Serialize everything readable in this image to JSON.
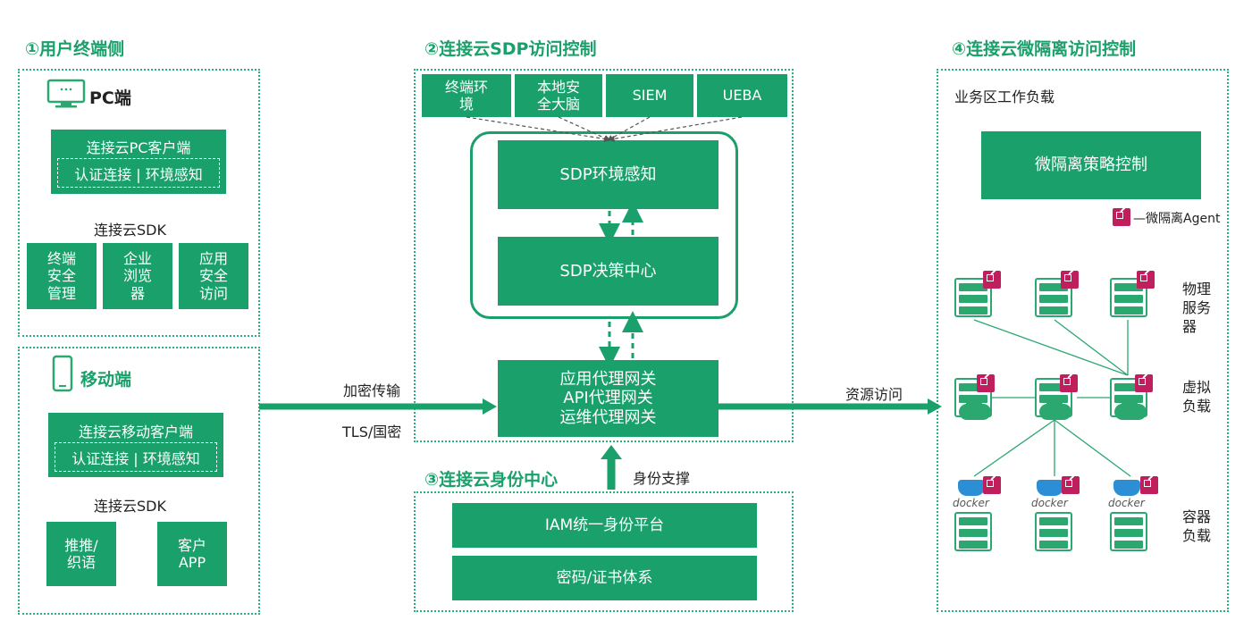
{
  "sections": {
    "s1": "①用户终端侧",
    "s2": "②连接云SDP访问控制",
    "s3": "③连接云身份中心",
    "s4": "④连接云微隔离访问控制"
  },
  "pc": {
    "title": "PC端",
    "client": "连接云PC客户端",
    "features": "认证连接 | 环境感知",
    "sdk": "连接云SDK",
    "modules": [
      "终端\n安全\n管理",
      "企业\n浏览\n器",
      "应用\n安全\n访问"
    ]
  },
  "mobile": {
    "title": "移动端",
    "client": "连接云移动客户端",
    "features": "认证连接 | 环境感知",
    "sdk": "连接云SDK",
    "modules": [
      "推推/\n织语",
      "客户\nAPP"
    ]
  },
  "sdp": {
    "inputs": [
      "终端环\n境",
      "本地安\n全大脑",
      "SIEM",
      "UEBA"
    ],
    "perception": "SDP环境感知",
    "decision": "SDP决策中心",
    "gateway": [
      "应用代理网关",
      "API代理网关",
      "运维代理网关"
    ]
  },
  "identity": {
    "iam": "IAM统一身份平台",
    "cert": "密码/证书体系",
    "support": "身份支撑"
  },
  "links": {
    "encrypt": "加密传输",
    "tls": "TLS/国密",
    "resource": "资源访问"
  },
  "micro": {
    "workload": "业务区工作负载",
    "policy": "微隔离策略控制",
    "legend": "—微隔离Agent",
    "physical": "物理\n服务\n器",
    "virtual": "虚拟\n负载",
    "container": "容器\n负载",
    "docker": "docker"
  },
  "colors": {
    "green": "#1aa06a",
    "dotted": "#2bb07a",
    "agent": "#c01f5e",
    "docker": "#2c8fd6"
  }
}
